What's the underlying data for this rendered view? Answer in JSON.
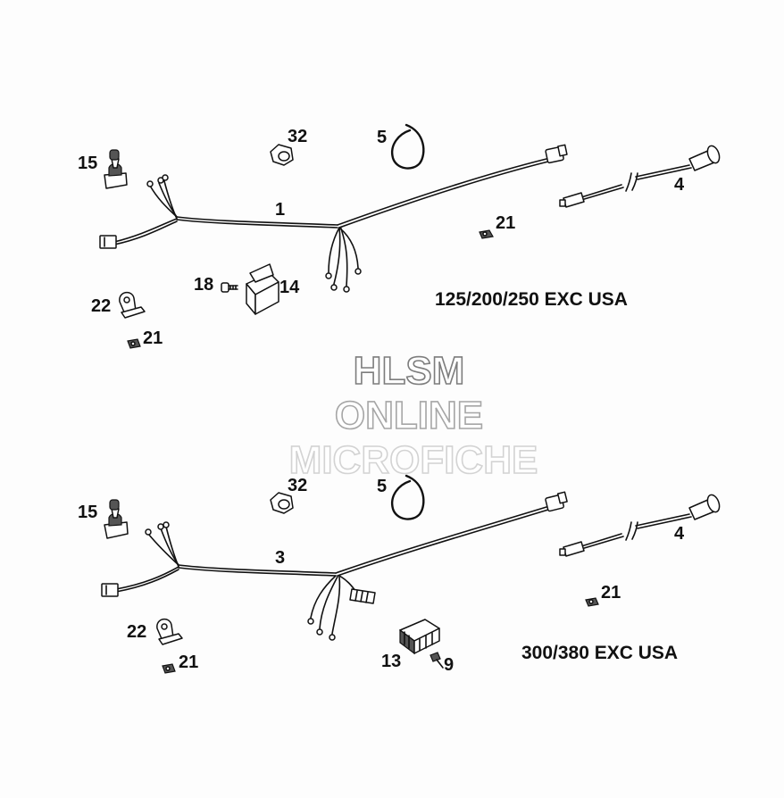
{
  "watermark": {
    "line1": "HLSM",
    "line2": "ONLINE",
    "line3": "MICROFICHE",
    "colors": [
      "#7d7d7d",
      "#a6a6a6",
      "#d3d3d3"
    ]
  },
  "top": {
    "caption": "125/200/250 EXC USA",
    "callouts": {
      "harness": "1",
      "clip": "5",
      "nut": "32",
      "switch": "15",
      "cable": "4",
      "cable_tie_a": "21",
      "bolt": "18",
      "relay": "14",
      "bracket": "22",
      "cable_tie_b": "21"
    }
  },
  "bottom": {
    "caption": "300/380 EXC USA",
    "callouts": {
      "harness": "3",
      "clip": "5",
      "nut": "32",
      "switch": "15",
      "cable": "4",
      "cable_tie_a": "21",
      "bracket": "22",
      "cable_tie_b": "21",
      "regulator": "13",
      "screw": "9"
    }
  }
}
